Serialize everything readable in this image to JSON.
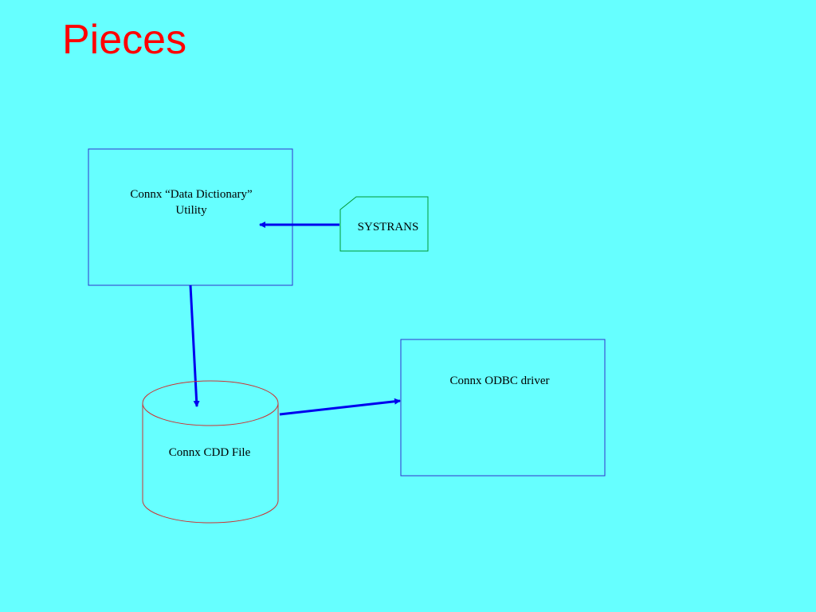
{
  "slide": {
    "title": "Pieces"
  },
  "diagram": {
    "utility_box": {
      "label_line1": "Connx “Data Dictionary”",
      "label_line2": "Utility"
    },
    "systrans_card": {
      "label": "SYSTRANS"
    },
    "cdd_file_cylinder": {
      "label": "Connx CDD File"
    },
    "odbc_driver_box": {
      "label": "Connx ODBC driver"
    }
  },
  "colors": {
    "background": "#66ffff",
    "title": "#ff0000",
    "box_border": "#3333cc",
    "card_border": "#009933",
    "cylinder_border": "#cc3333",
    "arrow": "#0000ee"
  }
}
